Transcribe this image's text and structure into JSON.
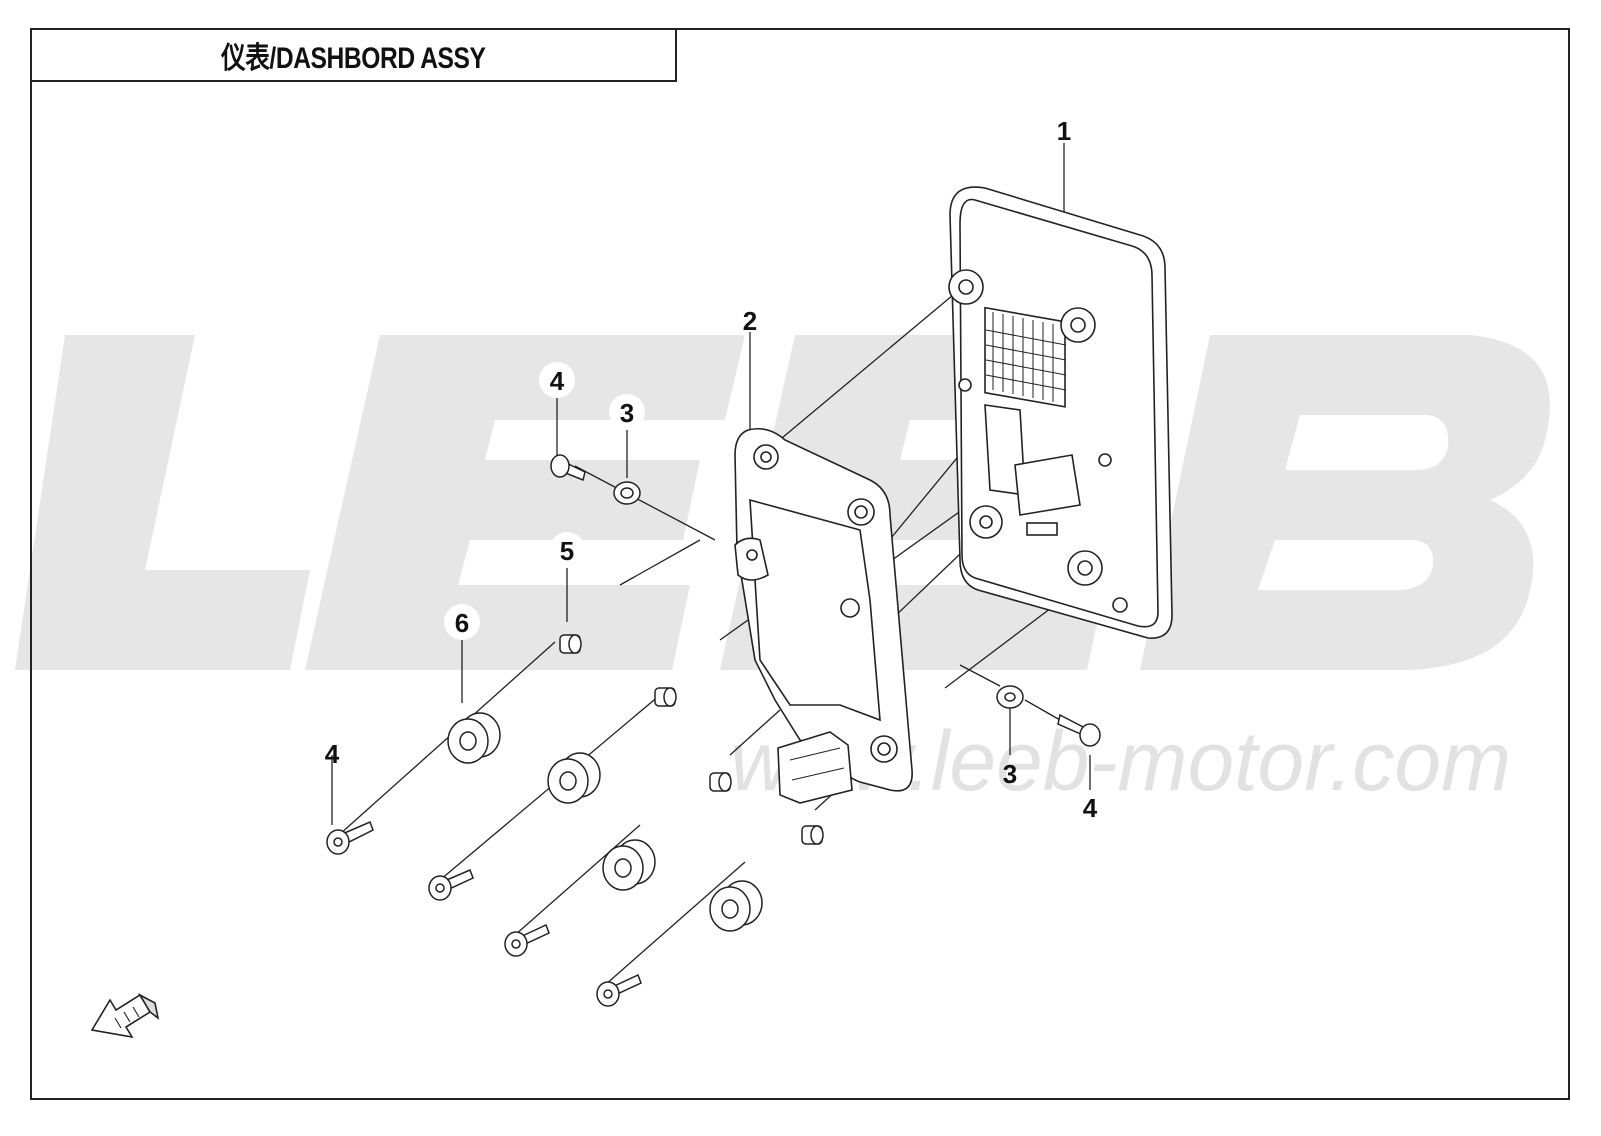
{
  "title": "仪表/DASHBORD ASSY",
  "watermark": {
    "logo_text": "LEEB",
    "url": "www.leeb-motor.com"
  },
  "callouts": {
    "part_1": "1",
    "part_2": "2",
    "part_3_top": "3",
    "part_4_top": "4",
    "part_5": "5",
    "part_6": "6",
    "part_4_left": "4",
    "part_3_right": "3",
    "part_4_right": "4"
  },
  "fwd_icon": "fwd-arrow-icon",
  "colors": {
    "line": "#222222",
    "watermark": "#e4e4e4"
  }
}
